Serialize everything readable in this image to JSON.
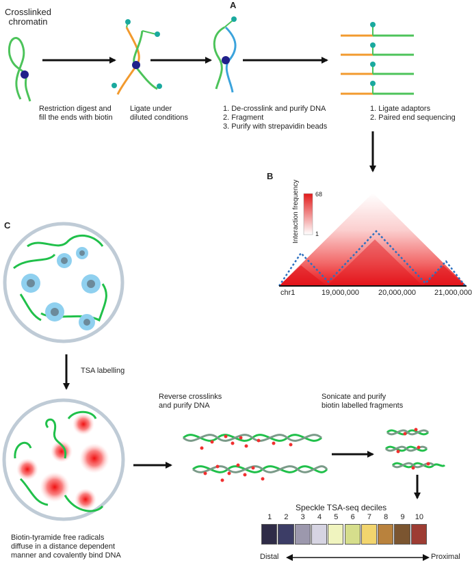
{
  "panels": {
    "a": "A",
    "b": "B",
    "c": "C"
  },
  "step_a": {
    "chromatin_label": "Crosslinked\nchromatin",
    "step1": "Restriction digest and\nfill the ends with biotin",
    "step2": "Ligate under\ndiluted conditions",
    "step3": "1. De-crosslink and purify DNA\n2. Fragment\n3. Purify with strepavidin beads",
    "step4": "1. Ligate adaptors\n2. Paired end sequencing"
  },
  "heatmap": {
    "colorbar_label": "Interaction frequency",
    "colorbar_max": "68",
    "colorbar_min": "1",
    "chrom_label": "chr1",
    "ticks": [
      "19,000,000",
      "20,000,000",
      "21,000,000"
    ]
  },
  "step_c": {
    "tsa_label": "TSA labelling",
    "reverse_label": "Reverse crosslinks\nand purify DNA",
    "sonicate_label": "Sonicate and purify\nbiotin labelled fragments",
    "bottom_text": "Biotin-tyramide free radicals\ndiffuse in a distance dependent\nmanner and covalently bind DNA",
    "deciles_title": "Speckle TSA-seq deciles",
    "deciles": [
      {
        "label": "1",
        "color": "#2f2c47"
      },
      {
        "label": "2",
        "color": "#3c3d66"
      },
      {
        "label": "3",
        "color": "#9c98ad"
      },
      {
        "label": "4",
        "color": "#d6d4e2"
      },
      {
        "label": "5",
        "color": "#f0f4bf"
      },
      {
        "label": "6",
        "color": "#d6de8c"
      },
      {
        "label": "7",
        "color": "#f2d56e"
      },
      {
        "label": "8",
        "color": "#b9823d"
      },
      {
        "label": "9",
        "color": "#7b5530"
      },
      {
        "label": "10",
        "color": "#9d3c33"
      }
    ],
    "distal_label": "Distal",
    "proximal_label": "Proximal"
  },
  "colors": {
    "green": "#4cc35a",
    "orange": "#f29a2e",
    "blue": "#3ba3dc",
    "navy": "#20208a",
    "teal": "#1aa99e",
    "cell_ring": "#bfcbd6"
  }
}
